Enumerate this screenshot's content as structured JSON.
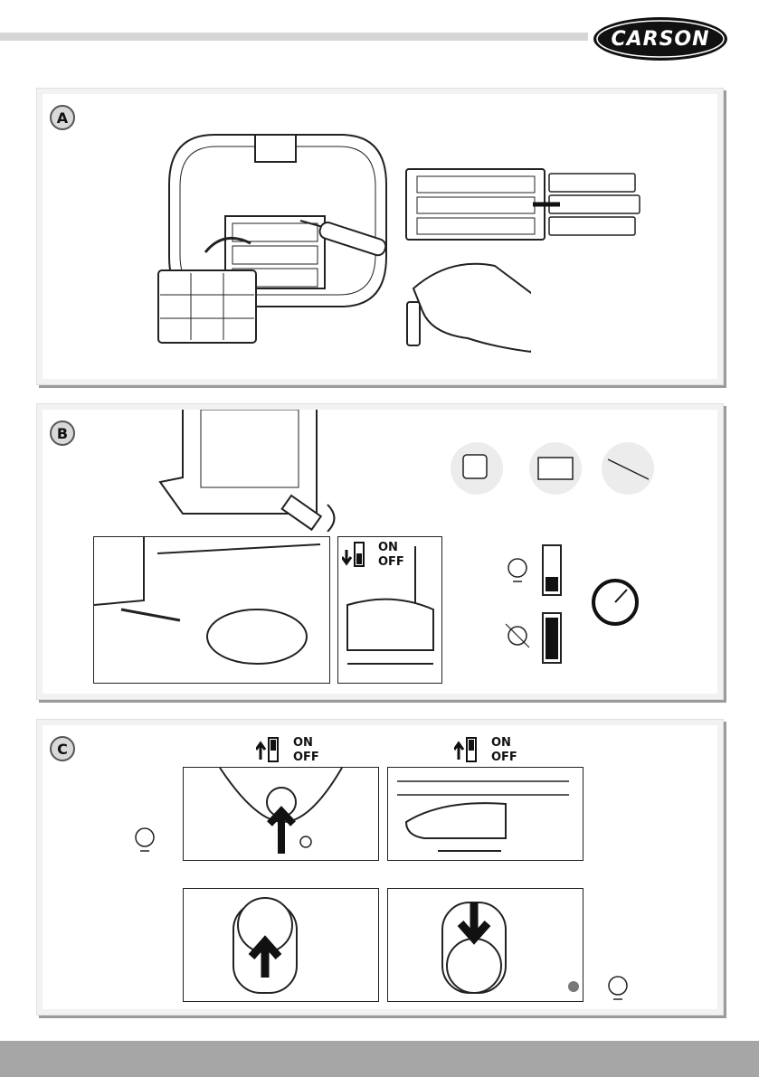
{
  "header": {
    "brand": "CARSON"
  },
  "sections": {
    "a": {
      "letter": "A"
    },
    "b": {
      "letter": "B"
    },
    "c": {
      "letter": "C"
    }
  },
  "switch": {
    "on": "ON",
    "off": "OFF"
  },
  "colors": {
    "panel_bg": "#f2f2f2",
    "footer_bar": "#a6a6a6",
    "logo_bg": "#111111"
  },
  "icons": [
    "transmitter-icon",
    "battery-icon",
    "screwdriver-icon",
    "hand-icon",
    "usb-cable-icon",
    "power-adapter-icon",
    "power-bank-icon",
    "laptop-usb-icon",
    "led-light-icon",
    "battery-charging-icon",
    "battery-full-icon",
    "clock-icon",
    "helicopter-icon",
    "power-switch-icon",
    "joystick-icon",
    "thumbs-up-icon"
  ]
}
